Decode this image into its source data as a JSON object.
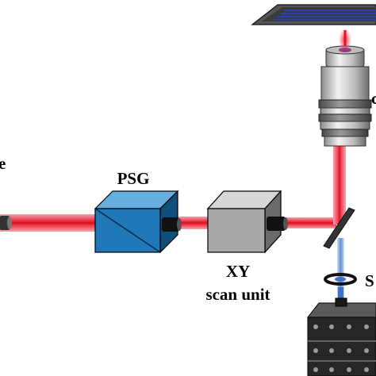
{
  "labels": {
    "psg": "PSG",
    "xy": "XY",
    "scan_unit": "scan unit",
    "left_partial": "e",
    "right_top_partial": "c",
    "right_mid_partial": "S"
  },
  "colors": {
    "beam_red": "#e8101e",
    "beam_pink": "#f7b4bc",
    "beam_blue": "#8fb6e6",
    "psg_blue": "#1f79b8",
    "scan_gray": "#a9a9a9",
    "mirror_dark": "#333333",
    "stage_dark": "#222222"
  }
}
